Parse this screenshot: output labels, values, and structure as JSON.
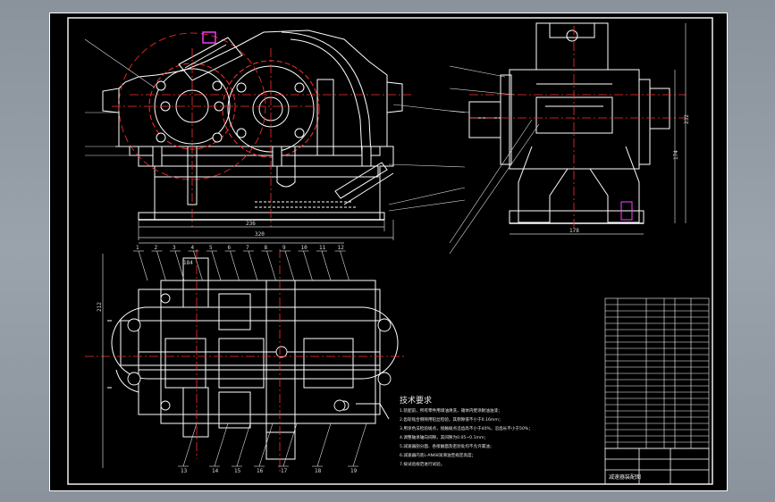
{
  "tech_requirements": {
    "title": "技术要求",
    "lines": [
      "1.装配前，所有零件用煤油清洗，箱体内壁涂耐油油漆；",
      "2.齿轮啮合侧隙用铅丝检验，其侧隙值不小于0.16mm；",
      "3.用涂色法检验斑点，接触斑点沿齿高不小于40%，沿齿长不小于50%；",
      "4.调整轴承轴向间隙，其间隙为0.05~0.1mm；",
      "5.减速器剖分面、各接触面及密封处均不允许漏油；",
      "6.减速器内装L-AN68润滑油至规定高度；",
      "7.按试验规范进行试验。"
    ]
  },
  "balloons_top": [
    "1",
    "2",
    "3",
    "4",
    "5",
    "6",
    "7",
    "8",
    "9",
    "10",
    "11",
    "12"
  ],
  "balloons_bottom": [
    "13",
    "14",
    "15",
    "16",
    "17",
    "18",
    "19"
  ],
  "dims": {
    "len_a": "236",
    "len_b": "320",
    "height_a": "232",
    "height_b": "174",
    "width_side": "178",
    "plan_width": "184",
    "plan_height": "212"
  },
  "title_block": {
    "label": "减速器装配图"
  },
  "colors": {
    "sheet": "#000000",
    "line": "#ffffff",
    "center": "#ff2020",
    "accent": "#ff40ff",
    "dim": "#cfcfcf"
  }
}
